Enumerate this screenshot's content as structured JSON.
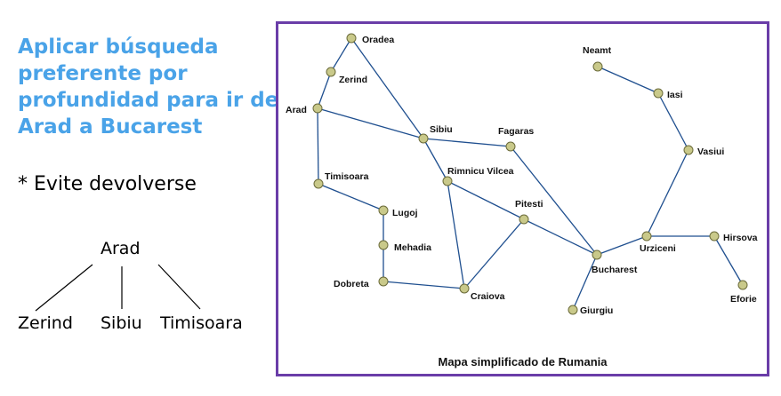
{
  "title_lines": [
    "Aplicar búsqueda",
    "preferente por",
    "profundidad para ir de",
    "Arad a Bucarest"
  ],
  "note": "* Evite devolverse",
  "tree": {
    "root": "Arad",
    "children": [
      "Zerind",
      "Sibiu",
      "Timisoara"
    ]
  },
  "map": {
    "caption": "Mapa simplificado de Rumania",
    "cities": [
      "Oradea",
      "Zerind",
      "Arad",
      "Sibiu",
      "Fagaras",
      "Timisoara",
      "Rimnicu Vilcea",
      "Lugoj",
      "Pitesti",
      "Mehadia",
      "Dobreta",
      "Craiova",
      "Bucharest",
      "Giurgiu",
      "Urziceni",
      "Hirsova",
      "Eforie",
      "Vasiui",
      "Iasi",
      "Neamt"
    ],
    "roads": [
      [
        "Oradea",
        "Zerind"
      ],
      [
        "Zerind",
        "Arad"
      ],
      [
        "Oradea",
        "Sibiu"
      ],
      [
        "Arad",
        "Sibiu"
      ],
      [
        "Arad",
        "Timisoara"
      ],
      [
        "Timisoara",
        "Lugoj"
      ],
      [
        "Lugoj",
        "Mehadia"
      ],
      [
        "Mehadia",
        "Dobreta"
      ],
      [
        "Dobreta",
        "Craiova"
      ],
      [
        "Sibiu",
        "Fagaras"
      ],
      [
        "Sibiu",
        "Rimnicu Vilcea"
      ],
      [
        "Rimnicu Vilcea",
        "Craiova"
      ],
      [
        "Rimnicu Vilcea",
        "Pitesti"
      ],
      [
        "Craiova",
        "Pitesti"
      ],
      [
        "Pitesti",
        "Bucharest"
      ],
      [
        "Fagaras",
        "Bucharest"
      ],
      [
        "Bucharest",
        "Giurgiu"
      ],
      [
        "Bucharest",
        "Urziceni"
      ],
      [
        "Urziceni",
        "Hirsova"
      ],
      [
        "Hirsova",
        "Eforie"
      ],
      [
        "Urziceni",
        "Vasiui"
      ],
      [
        "Vasiui",
        "Iasi"
      ],
      [
        "Iasi",
        "Neamt"
      ]
    ],
    "colors": {
      "node_fill": "#c9c98a",
      "node_stroke": "#6b6b3a",
      "road": "#1f4f8f",
      "frame": "#6a3da8"
    }
  },
  "colors": {
    "title": "#4aa3e8"
  }
}
